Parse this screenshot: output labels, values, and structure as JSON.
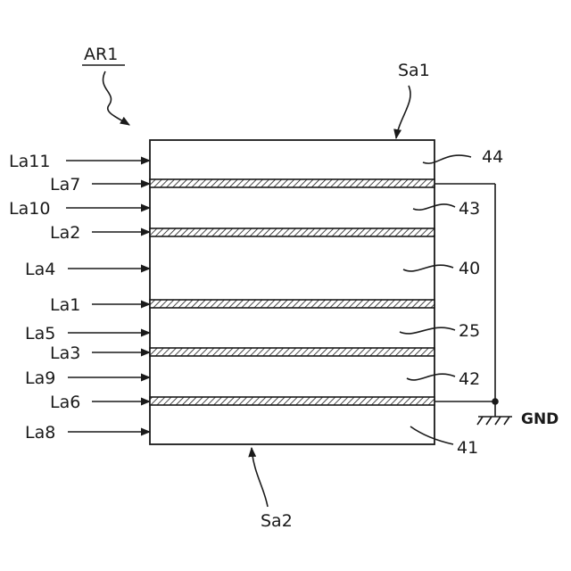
{
  "figure": {
    "region_label": "AR1",
    "top_surface_label": "Sa1",
    "bottom_surface_label": "Sa2",
    "ground_label": "GND",
    "left_labels": [
      "La11",
      "La7",
      "La10",
      "La2",
      "La4",
      "La1",
      "La5",
      "La3",
      "La9",
      "La6",
      "La8"
    ],
    "right_labels": [
      "44",
      "43",
      "40",
      "25",
      "42",
      "41"
    ]
  }
}
